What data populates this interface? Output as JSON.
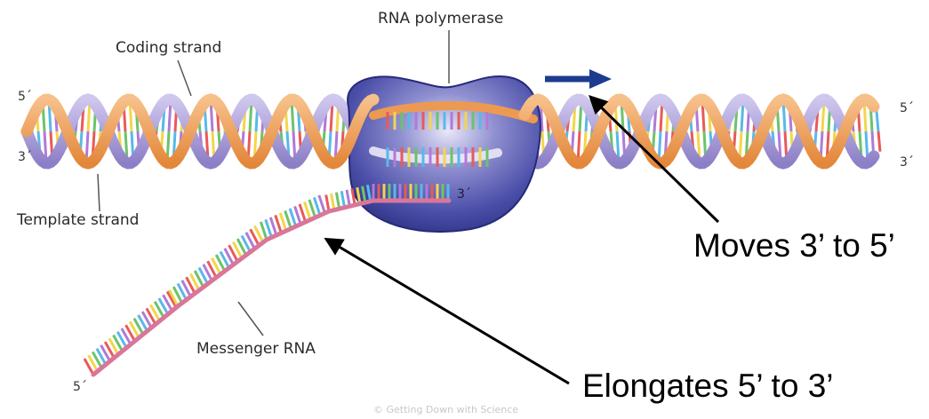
{
  "labels": {
    "coding_strand": "Coding strand",
    "template_strand": "Template strand",
    "rna_polymerase": "RNA polymerase",
    "messenger_rna": "Messenger RNA"
  },
  "ends": {
    "left_top": "5´",
    "left_bottom": "3´",
    "right_top": "5´",
    "right_bottom": "3´",
    "mrna_three_prime": "3´",
    "mrna_five_prime": "5´"
  },
  "annotations": {
    "moves": "Moves 3’ to 5’",
    "elongates": "Elongates 5’ to 3’"
  },
  "credit": "© Getting Down with Science",
  "colors": {
    "strand_orange": "#ec9a52",
    "strand_lavender": "#a99ed6",
    "polymerase": "#3a3f98",
    "mrna_backbone": "#d9769a",
    "direction_arrow": "#1d3b8f",
    "base_colors": [
      "#e85a5a",
      "#f2d64b",
      "#6cc36a",
      "#5ab8e8",
      "#b07ad8"
    ]
  }
}
